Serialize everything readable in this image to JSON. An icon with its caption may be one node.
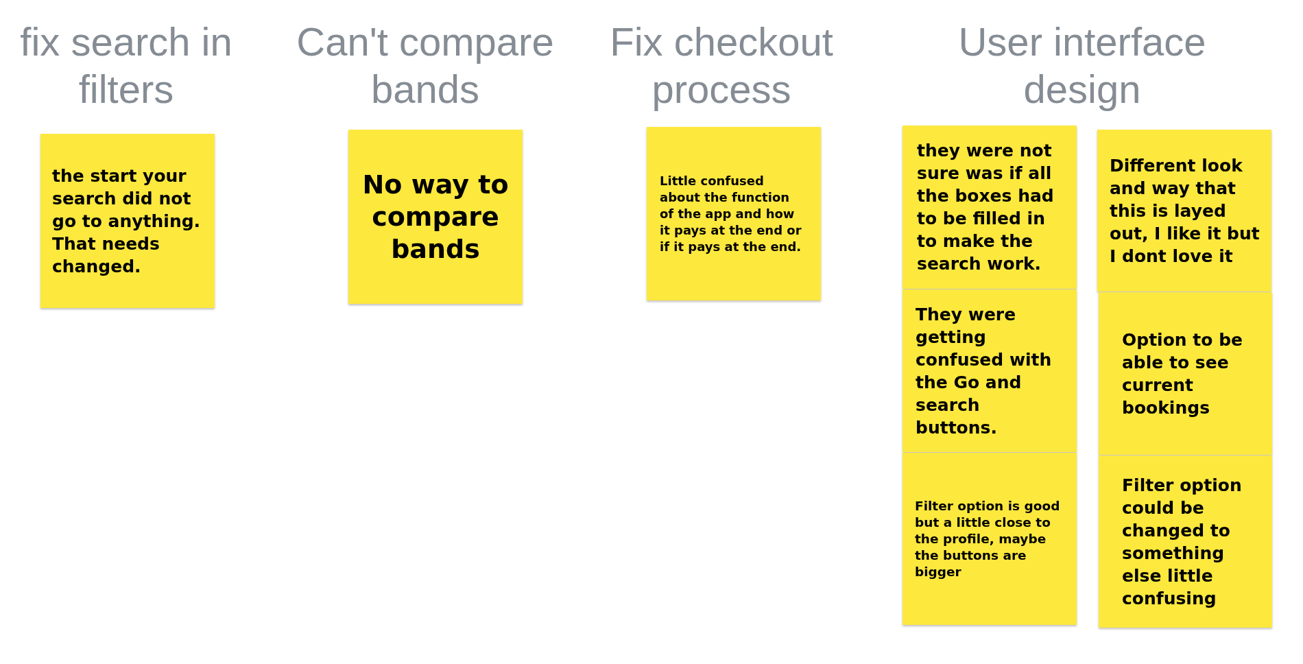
{
  "diagram": {
    "nodes": [
      {
        "text": [
          "the start your search did not go to anything. That needs changed."
        ]
      },
      {
        "text": [
          "No way to compare bands"
        ]
      },
      {
        "text": [
          "Little confused about the function of the app and how it pays at the end or if it pays at the end."
        ]
      },
      {
        "text": [
          "they were not sure was if all the boxes had to be filled in to make the search work."
        ]
      },
      {
        "text": [
          "Different look and way that this is layed out, I like it but I dont love it"
        ]
      },
      {
        "text": [
          "They were getting confused with the Go and search buttons."
        ]
      },
      {
        "text": [
          "Option to be able to see current bookings"
        ]
      },
      {
        "text": [
          "Filter option is good but a little close to the profile, maybe the buttons are bigger"
        ]
      },
      {
        "text": [
          "Filter option could be changed to something else little confusing"
        ]
      }
    ],
    "labels": [
      "fix search in filters",
      "Can't compare bands",
      "Fix checkout process",
      "User interface design"
    ]
  }
}
